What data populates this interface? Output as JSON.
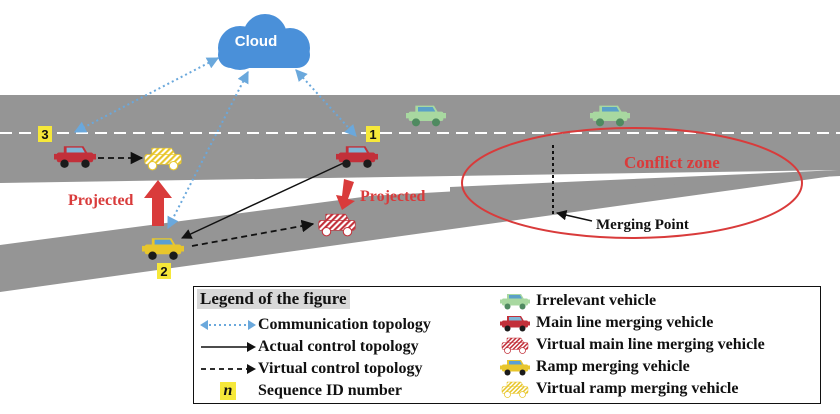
{
  "cloud": {
    "label": "Cloud"
  },
  "labels": {
    "projected_left": "Projected",
    "projected_right": "Projected",
    "conflict_zone": "Conflict zone",
    "merging_point": "Merging Point"
  },
  "sequence_ids": {
    "vehicle_3": "3",
    "vehicle_1": "1",
    "vehicle_2": "2"
  },
  "legend": {
    "title": "Legend of the figure",
    "left_items": [
      {
        "icon": "dotted-double-arrow-icon",
        "label": "Communication topology"
      },
      {
        "icon": "solid-arrow-icon",
        "label": "Actual control topology"
      },
      {
        "icon": "dashed-arrow-icon",
        "label": "Virtual control topology"
      },
      {
        "icon": "sequence-id-icon",
        "symbol": "n",
        "label": "Sequence ID number"
      }
    ],
    "right_items": [
      {
        "icon": "irrelevant-vehicle-icon",
        "label": "Irrelevant vehicle"
      },
      {
        "icon": "main-line-vehicle-icon",
        "label": "Main line merging vehicle"
      },
      {
        "icon": "virtual-main-line-vehicle-icon",
        "label": "Virtual main line merging vehicle"
      },
      {
        "icon": "ramp-vehicle-icon",
        "label": "Ramp merging vehicle"
      },
      {
        "icon": "virtual-ramp-vehicle-icon",
        "label": "Virtual ramp merging vehicle"
      }
    ]
  },
  "colors": {
    "road": "#959595",
    "lane_marking": "#ffffff",
    "cloud": "#4a90d9",
    "communication": "#6aa8dc",
    "main_line_vehicle": "#c2303a",
    "ramp_vehicle": "#e8c62c",
    "irrelevant_vehicle": "#a8d8a0",
    "irrelevant_vehicle_cabin": "#5aa0c8",
    "projection_arrow": "#d93b3b",
    "conflict_zone": "#d93b3b",
    "sequence_badge": "#f6e83a"
  }
}
